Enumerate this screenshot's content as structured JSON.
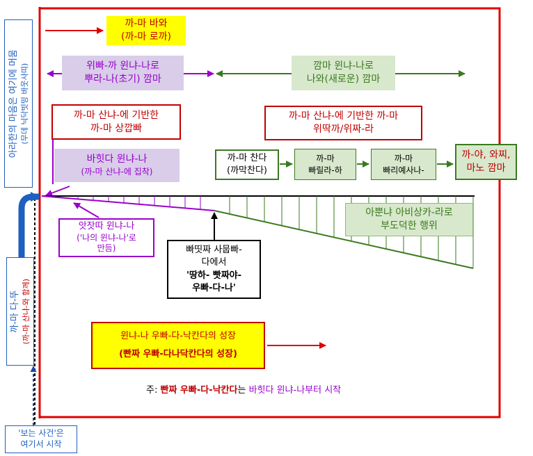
{
  "colors": {
    "red": "#e00000",
    "dark_red": "#c00000",
    "purple": "#9900cc",
    "green": "#3a7a1e",
    "blue": "#1f5fbf",
    "yellow": "#ffff00",
    "lavender": "#d9cdea",
    "light_green": "#d8e8cc"
  },
  "left_vertical": {
    "line1": "아라한의 마음은 여기에 머뭄",
    "line2": "(무데 닉닥빗밍 바웃사띠)"
  },
  "top_yellow": {
    "line1": "까-마 바와",
    "line2": "(까-마 로까)"
  },
  "purple_top": {
    "line1": "위빠-까 윈냐-나로",
    "line2": "뿌라-나(초기) 깜마"
  },
  "green_top": {
    "line1": "깜마 윈냐-나로",
    "line2": "나와(새로운) 깜마"
  },
  "red_left": {
    "line1": "까-마 산냐-에 기반한",
    "line2": "까-마 상깝빠"
  },
  "red_right": {
    "line1": "까-마 산냐-에 기반한 까-마",
    "line2": "위딱까/위짜-라"
  },
  "purple_mid": {
    "line1": "바힛다 윈냐-나",
    "line2": "(까-마 산냐-에 집착)"
  },
  "chain": [
    {
      "line1": "까-마 찬다",
      "line2": "(까막찬다)"
    },
    {
      "line1": "까-마",
      "line2": "빠릴라-하"
    },
    {
      "line1": "까-마",
      "line2": "빠리예사나-"
    },
    {
      "line1": "까-야, 와찌,",
      "line2": "마노 깜마"
    }
  ],
  "green_action": {
    "line1": "아뿐냐 아비상카-라로",
    "line2": "부도덕한 행위"
  },
  "purple_lower": {
    "line1": "앗잣따 윈냐-나",
    "line2": "('나의 윈냐-나'로",
    "line3": "만듬)"
  },
  "black_box": {
    "line1": "빠띳짜 사뭅빠-",
    "line2": "다에서",
    "line3": "'땅하- 빳짜야-",
    "line4": "우빠-다-나'"
  },
  "growth_box": {
    "line1": "윈냐-나 우빠-다-낙칸다의 성장",
    "line2": "(빤짜 우빠-다나닥칸다의 성장)"
  },
  "note": {
    "prefix": "주: ",
    "red_part": "빤짜 우빠-다-낙칸다",
    "middle": "는 ",
    "purple_part": "바힛다 윈냐-나부터 시작"
  },
  "left_red_vertical": {
    "line1": "까-마 다-뚜",
    "line2": "(까-마 산냐-와 함께)"
  },
  "bottom_blue": {
    "line1": "'보는 사건'은",
    "line2": "여기서 시작"
  }
}
